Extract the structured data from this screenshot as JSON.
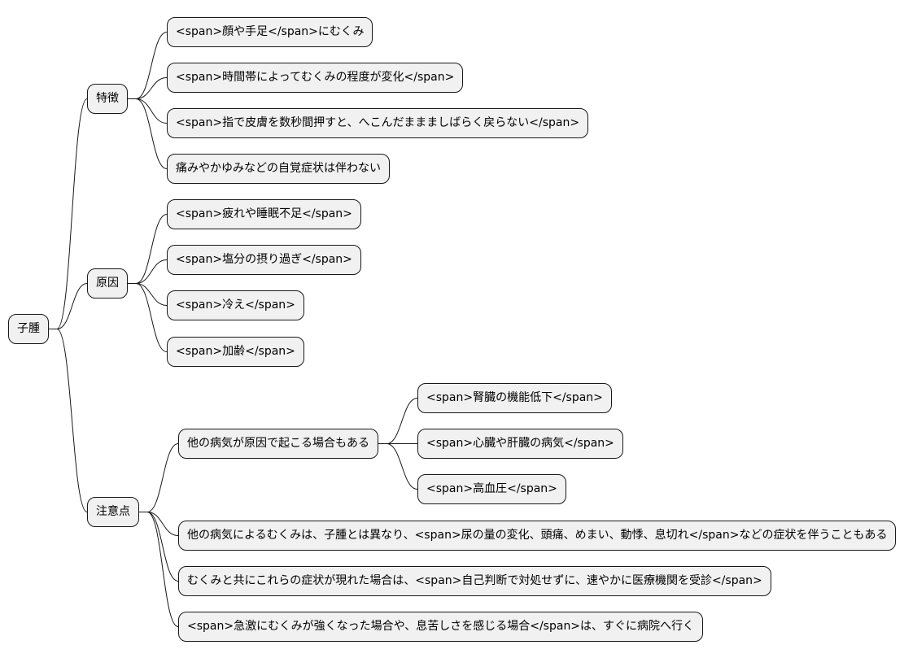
{
  "mindmap": {
    "root": {
      "label": "子腫"
    },
    "branches": [
      {
        "label": "特徴",
        "items": [
          {
            "label": "<span>顔や手足</span>にむくみ"
          },
          {
            "label": "<span>時間帯によってむくみの程度が変化</span>"
          },
          {
            "label": "<span>指で皮膚を数秒間押すと、へこんだままましばらく戻らない</span>"
          },
          {
            "label": "痛みやかゆみなどの自覚症状は伴わない"
          }
        ]
      },
      {
        "label": "原因",
        "items": [
          {
            "label": "<span>疲れや睡眠不足</span>"
          },
          {
            "label": "<span>塩分の摂り過ぎ</span>"
          },
          {
            "label": "<span>冷え</span>"
          },
          {
            "label": "<span>加齢</span>"
          }
        ]
      },
      {
        "label": "注意点",
        "items": [
          {
            "label": "他の病気が原因で起こる場合もある",
            "items": [
              {
                "label": "<span>腎臓の機能低下</span>"
              },
              {
                "label": "<span>心臓や肝臓の病気</span>"
              },
              {
                "label": "<span>高血圧</span>"
              }
            ]
          },
          {
            "label": "他の病気によるむくみは、子腫とは異なり、<span>尿の量の変化、頭痛、めまい、動悸、息切れ</span>などの症状を伴うこともある"
          },
          {
            "label": "むくみと共にこれらの症状が現れた場合は、<span>自己判断で対処せずに、速やかに医療機関を受診</span>"
          },
          {
            "label": "<span>急激にむくみが強くなった場合や、息苦しさを感じる場合</span>は、すぐに病院へ行く"
          }
        ]
      }
    ]
  }
}
